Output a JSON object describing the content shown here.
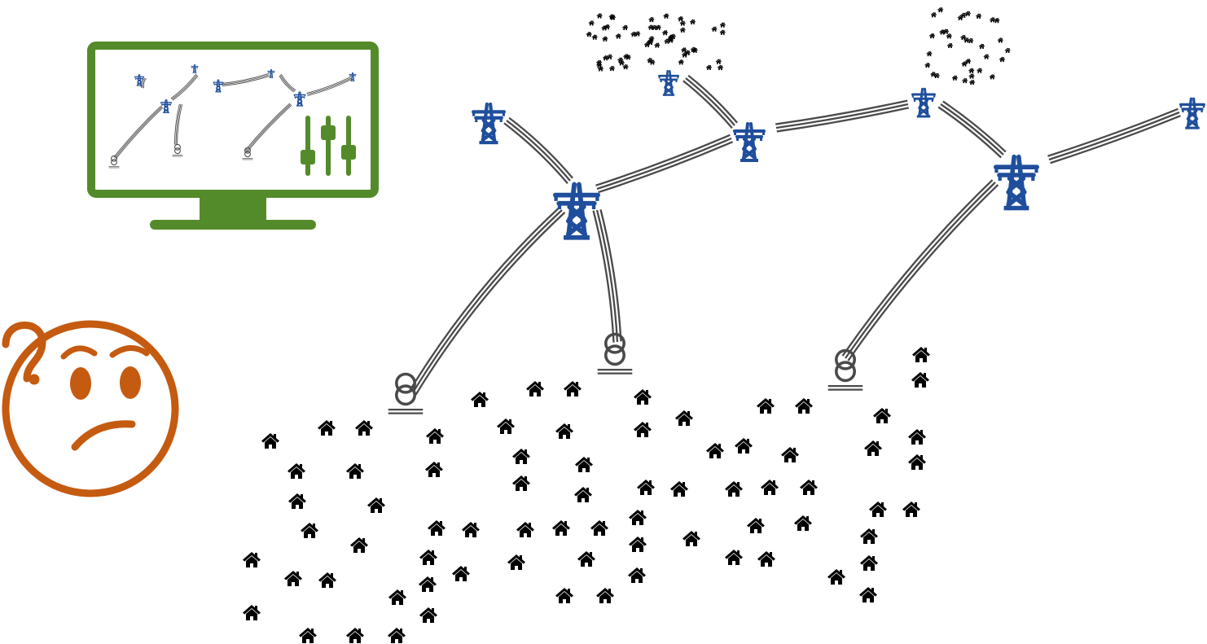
{
  "colors": {
    "pylon": "#1f4e9c",
    "line": "#4a4a4a",
    "transformer": "#4a4a4a",
    "house": "#000000",
    "monitor": "#548b2a",
    "face": "#c55a11"
  },
  "icons": {
    "pylon": "transmission-tower-icon",
    "transformer": "transformer-icon",
    "house": "house-icon",
    "monitor": "monitor-icon",
    "face": "confused-face-icon",
    "sliders": "control-sliders-icon"
  },
  "network": {
    "pylon_count": 8,
    "transformer_count": 3,
    "house_count": 96
  }
}
